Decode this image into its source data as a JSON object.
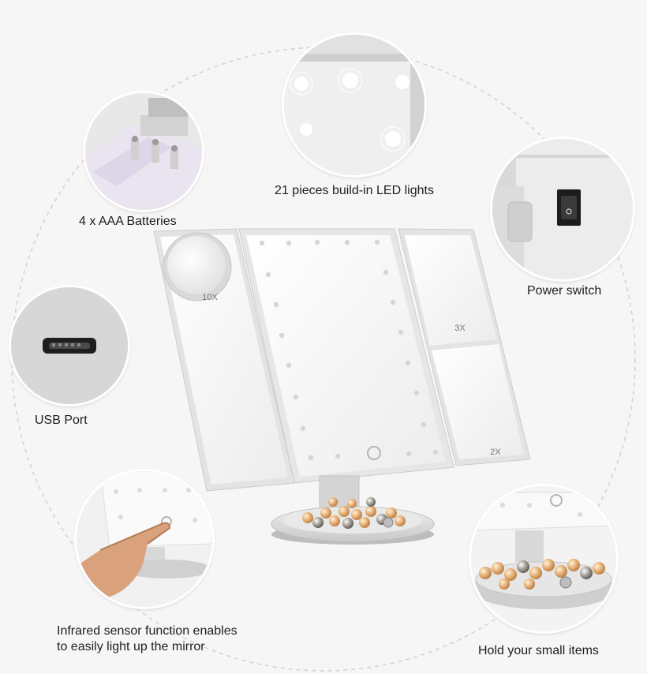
{
  "features": {
    "led": {
      "label": "21 pieces build-in LED lights",
      "icon": "led-lights-icon"
    },
    "batteries": {
      "label": "4 x AAA Batteries",
      "icon": "battery-compartment-icon"
    },
    "power": {
      "label": "Power switch",
      "icon": "power-switch-icon"
    },
    "usb": {
      "label": "USB Port",
      "icon": "usb-port-icon"
    },
    "sensor": {
      "line1": "Infrared sensor function enables",
      "line2": "to easily light up the mirror",
      "icon": "touch-sensor-icon"
    },
    "tray": {
      "label": "Hold your small items",
      "icon": "storage-tray-icon"
    }
  },
  "mirror": {
    "magnify_10x": "10X",
    "magnify_3x": "3X",
    "magnify_2x": "2X"
  },
  "colors": {
    "background": "#f6f6f6",
    "ring": "#cfcfcf",
    "mirror_frame": "#e4e4e4",
    "mirror_glass": "#fafafa",
    "led": "#d8d8d8",
    "pearl_gold": "#e8b47a"
  }
}
